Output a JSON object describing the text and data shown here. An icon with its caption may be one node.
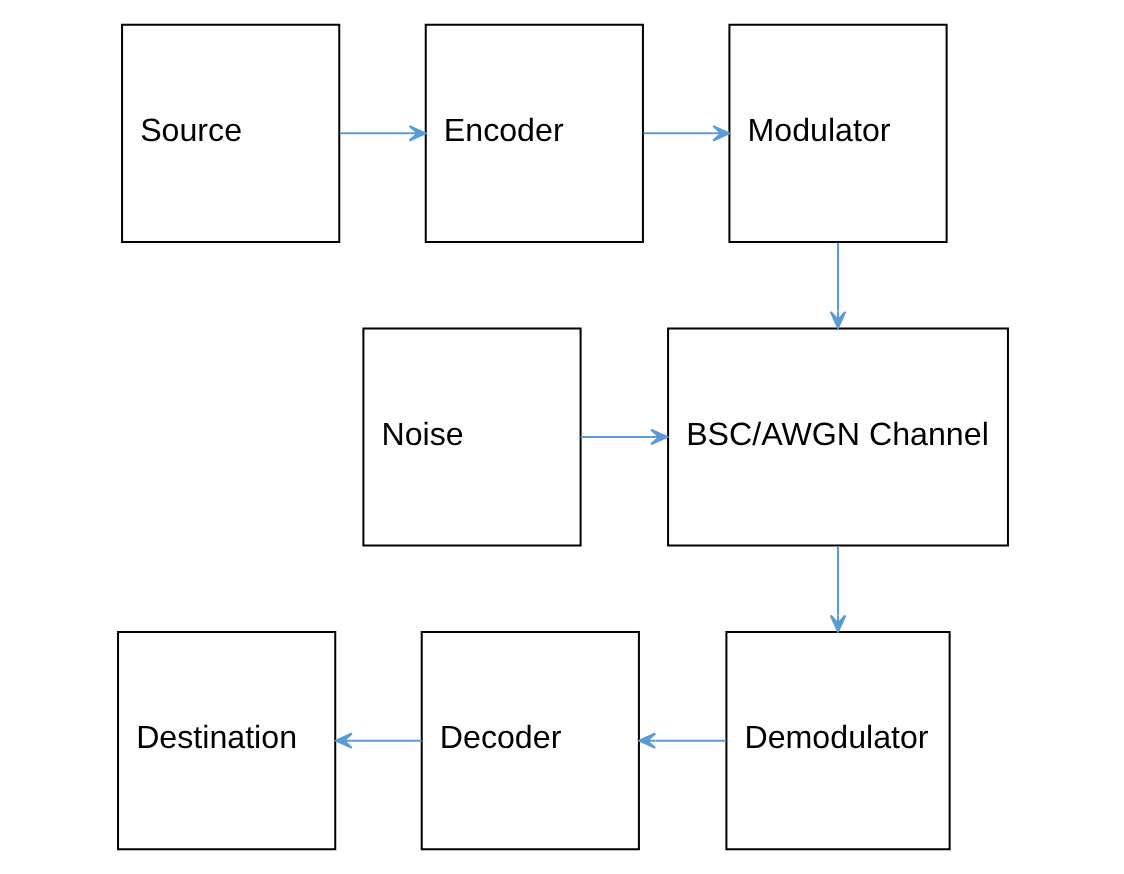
{
  "diagram": {
    "nodes": [
      {
        "text": [
          "Source"
        ]
      },
      {
        "text": [
          "Encoder"
        ]
      },
      {
        "text": [
          "Modulator"
        ]
      },
      {
        "text": [
          "Noise"
        ]
      },
      {
        "text": [
          "BSC/AWGN Channel"
        ]
      },
      {
        "text": [
          "Destination"
        ]
      },
      {
        "text": [
          "Decoder"
        ]
      },
      {
        "text": [
          "Demodulator"
        ]
      }
    ],
    "edges": [
      {
        "from": 0,
        "to": 1,
        "arrow": "to"
      },
      {
        "from": 1,
        "to": 2,
        "arrow": "to"
      },
      {
        "from": 2,
        "to": 4,
        "arrow": "to"
      },
      {
        "from": 3,
        "to": 4,
        "arrow": "to"
      },
      {
        "from": 4,
        "to": 7,
        "arrow": "to"
      },
      {
        "from": 7,
        "to": 6,
        "arrow": "to"
      },
      {
        "from": 6,
        "to": 5,
        "arrow": "to"
      }
    ]
  }
}
